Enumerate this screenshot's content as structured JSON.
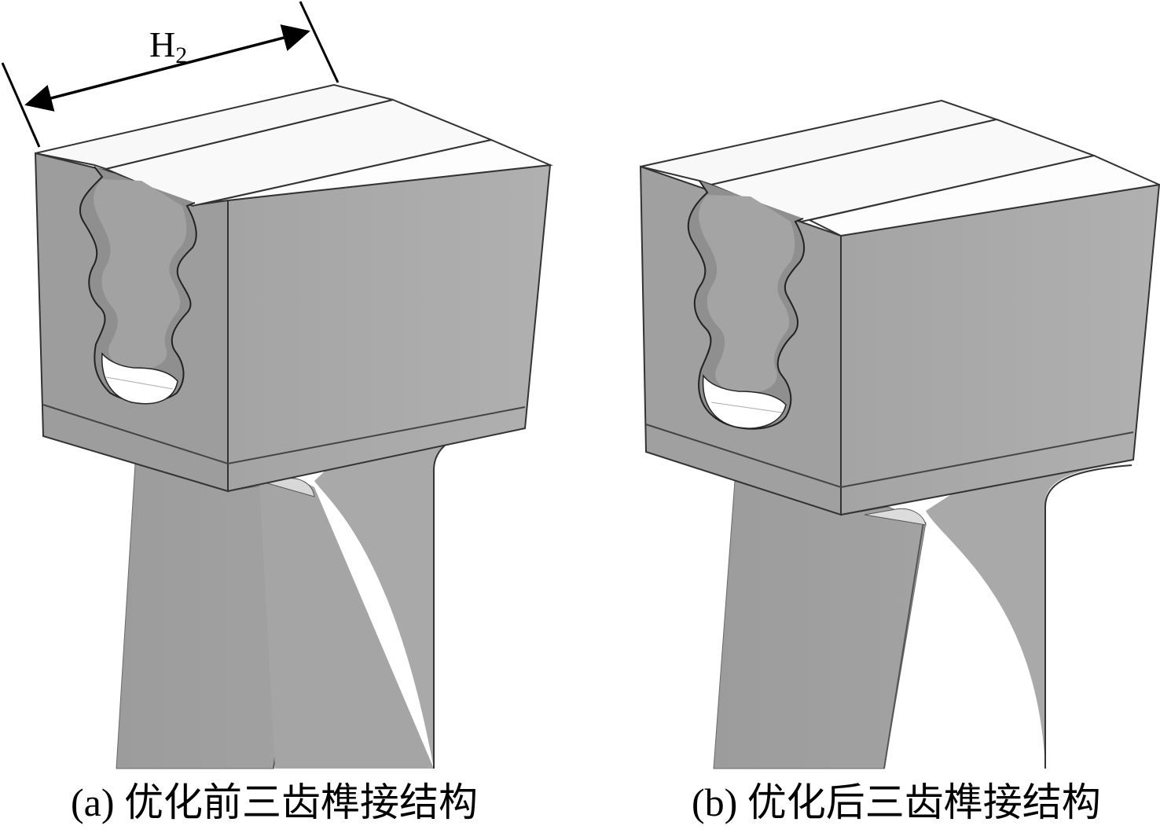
{
  "dimension": {
    "letter": "H",
    "subscript": "2"
  },
  "captions": {
    "a": "(a) 优化前三齿榫接结构",
    "b": "(b) 优化后三齿榫接结构"
  },
  "colors": {
    "background": "#ffffff",
    "side_face": "#9e9e9e",
    "front_face": "#a8a8a8",
    "top_face": "#f7f7f7",
    "stem": "#9a9a9a",
    "outline": "#222222"
  }
}
